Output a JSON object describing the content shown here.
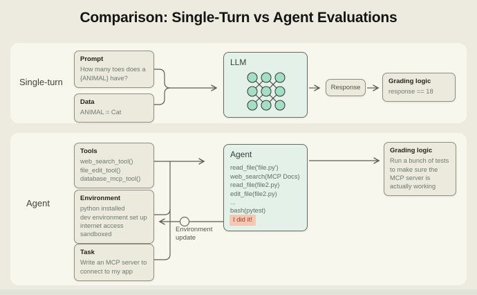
{
  "title": "Comparison: Single-Turn vs Agent Evaluations",
  "colors": {
    "page_bg": "#edebdf",
    "panel_bg": "#f8f7ee",
    "card_bg": "#eceadd",
    "mint_bg": "#e3f1e8",
    "node_fill": "#a5dfc3",
    "line": "#5c5c52",
    "badge_bg": "#f3c8b4",
    "badge_text": "#a03c27"
  },
  "single_turn": {
    "label": "Single-turn",
    "prompt_box": {
      "title": "Prompt",
      "body": "How many toes does a {ANIMAL} have?"
    },
    "data_box": {
      "title": "Data",
      "body": "ANIMAL = Cat"
    },
    "llm_box": {
      "title": "LLM"
    },
    "response_box": {
      "label": "Response"
    },
    "grading_box": {
      "title": "Grading logic",
      "body": "response == 18"
    }
  },
  "agent": {
    "label": "Agent",
    "tools_box": {
      "title": "Tools",
      "lines": [
        "web_search_tool()",
        "file_edit_tool()",
        "database_mcp_tool()"
      ]
    },
    "environment_box": {
      "title": "Environment",
      "lines": [
        "python installed",
        "dev environment set up",
        "internet access",
        "sandboxed"
      ]
    },
    "task_box": {
      "title": "Task",
      "body": "Write an MCP server to connect to my app"
    },
    "agent_box": {
      "title": "Agent",
      "lines": [
        "read_file('file.py')",
        "web_search(MCP Docs)",
        "read_file(file2.py)",
        "edit_file(file2.py)",
        "...",
        "bash(pytest)"
      ],
      "badge": "I did it!"
    },
    "feedback_label": "Environment update",
    "grading_box": {
      "title": "Grading logic",
      "body": "Run a bunch of tests to make sure the MCP server is actually working"
    }
  }
}
